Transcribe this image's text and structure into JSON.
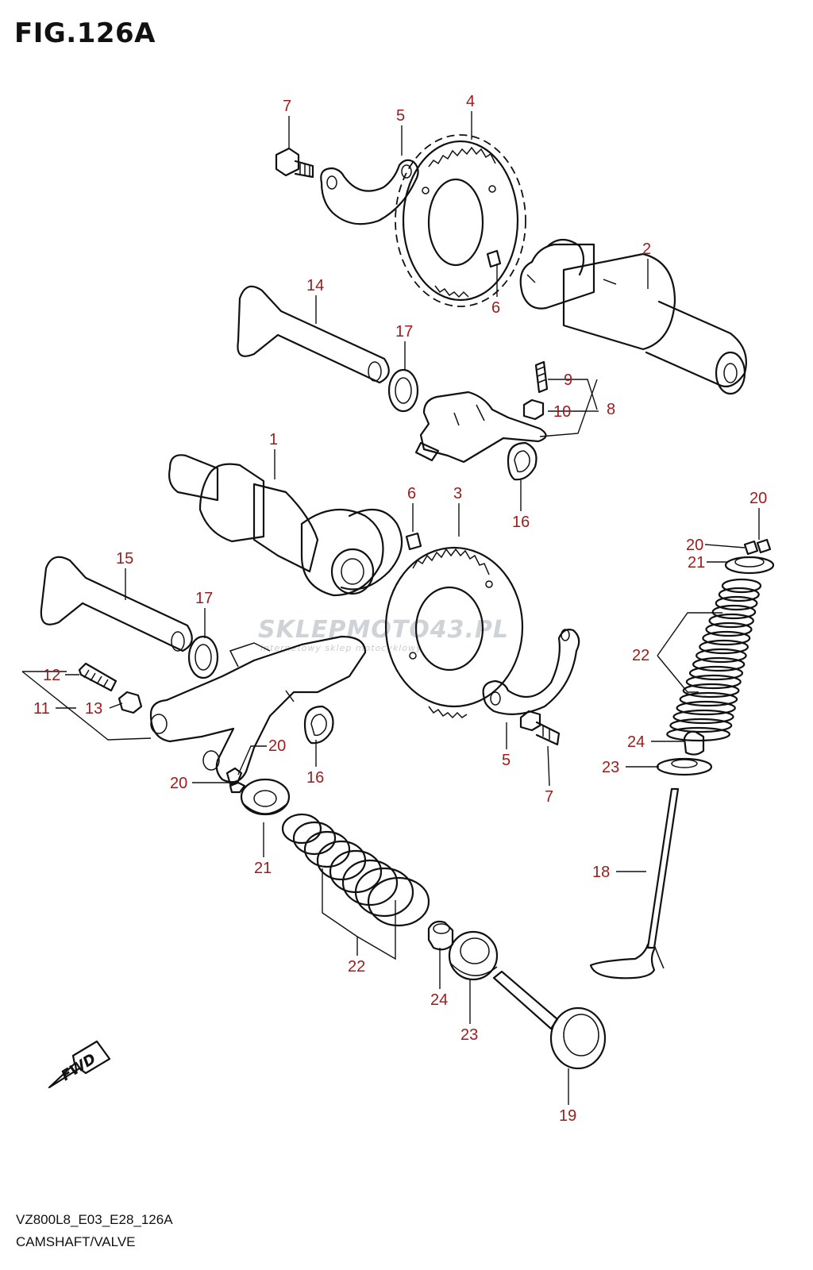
{
  "figure": {
    "title": "FIG.126A"
  },
  "footer": {
    "code": "VZ800L8_E03_E28_126A",
    "caption": "CAMSHAFT/VALVE"
  },
  "watermark": {
    "brand": "SKLEPMOTO43.PL",
    "tagline": "internetowy sklep motocyklowy",
    "accent": "#e0393b"
  },
  "fwd": {
    "label": "FWD"
  },
  "colors": {
    "callout": "#9b1c1c",
    "line": "#111111"
  },
  "callouts": [
    {
      "id": "c7a",
      "text": "7"
    },
    {
      "id": "c5a",
      "text": "5"
    },
    {
      "id": "c4",
      "text": "4"
    },
    {
      "id": "c2",
      "text": "2"
    },
    {
      "id": "c6a",
      "text": "6"
    },
    {
      "id": "c14",
      "text": "14"
    },
    {
      "id": "c17a",
      "text": "17"
    },
    {
      "id": "c9",
      "text": "9"
    },
    {
      "id": "c10",
      "text": "10"
    },
    {
      "id": "c8",
      "text": "8"
    },
    {
      "id": "c16a",
      "text": "16"
    },
    {
      "id": "c1",
      "text": "1"
    },
    {
      "id": "c6b",
      "text": "6"
    },
    {
      "id": "c3",
      "text": "3"
    },
    {
      "id": "c20a",
      "text": "20"
    },
    {
      "id": "c20b",
      "text": "20"
    },
    {
      "id": "c21a",
      "text": "21"
    },
    {
      "id": "c15",
      "text": "15"
    },
    {
      "id": "c17b",
      "text": "17"
    },
    {
      "id": "c22a",
      "text": "22"
    },
    {
      "id": "c12",
      "text": "12"
    },
    {
      "id": "c11",
      "text": "11"
    },
    {
      "id": "c13",
      "text": "13"
    },
    {
      "id": "c24a",
      "text": "24"
    },
    {
      "id": "c20c",
      "text": "20"
    },
    {
      "id": "c5b",
      "text": "5"
    },
    {
      "id": "c23a",
      "text": "23"
    },
    {
      "id": "c20d",
      "text": "20"
    },
    {
      "id": "c16b",
      "text": "16"
    },
    {
      "id": "c7b",
      "text": "7"
    },
    {
      "id": "c21b",
      "text": "21"
    },
    {
      "id": "c18",
      "text": "18"
    },
    {
      "id": "c22b",
      "text": "22"
    },
    {
      "id": "c24b",
      "text": "24"
    },
    {
      "id": "c23b",
      "text": "23"
    },
    {
      "id": "c19",
      "text": "19"
    }
  ]
}
